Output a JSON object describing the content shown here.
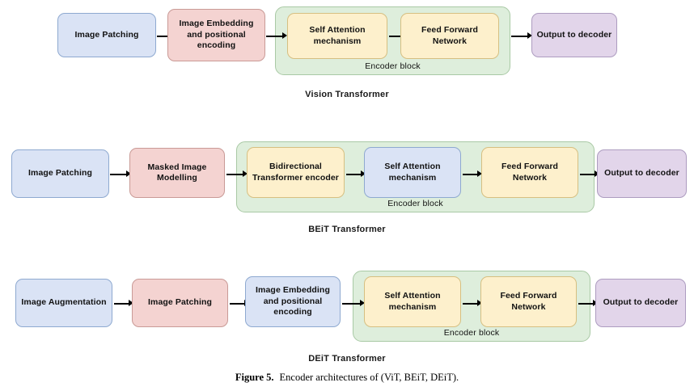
{
  "figure": {
    "caption_label": "Figure 5.",
    "caption_text": "Encoder architectures of (ViT, BEiT, DEiT).",
    "encoder_block_label": "Encoder block"
  },
  "palette": {
    "blue": "#dae3f5",
    "pink": "#f4d3d1",
    "yellow": "#fdf0cc",
    "purple": "#e2d5ea",
    "green_group": "#deeedc",
    "text": "#111111",
    "arrow": "#000000",
    "background": "#ffffff"
  },
  "rows": [
    {
      "title": "Vision Transformer",
      "nodes": {
        "n1": "Image Patching",
        "n2": "Image Embedding and positional encoding",
        "n3": "Self Attention mechanism",
        "n4": "Feed Forward Network",
        "n5": "Output to decoder"
      },
      "group_label": "Encoder block"
    },
    {
      "title": "BEiT Transformer",
      "nodes": {
        "n1": "Image Patching",
        "n2": "Masked Image Modelling",
        "n3": "Bidirectional Transformer encoder",
        "n4": "Self Attention mechanism",
        "n5": "Feed Forward Network",
        "n6": "Output to decoder"
      },
      "group_label": "Encoder block"
    },
    {
      "title": "DEiT Transformer",
      "nodes": {
        "n1": "Image Augmentation",
        "n2": "Image Patching",
        "n3": "Image Embedding and positional encoding",
        "n4": "Self Attention mechanism",
        "n5": "Feed Forward Network",
        "n6": "Output to decoder"
      },
      "group_label": "Encoder block"
    }
  ]
}
